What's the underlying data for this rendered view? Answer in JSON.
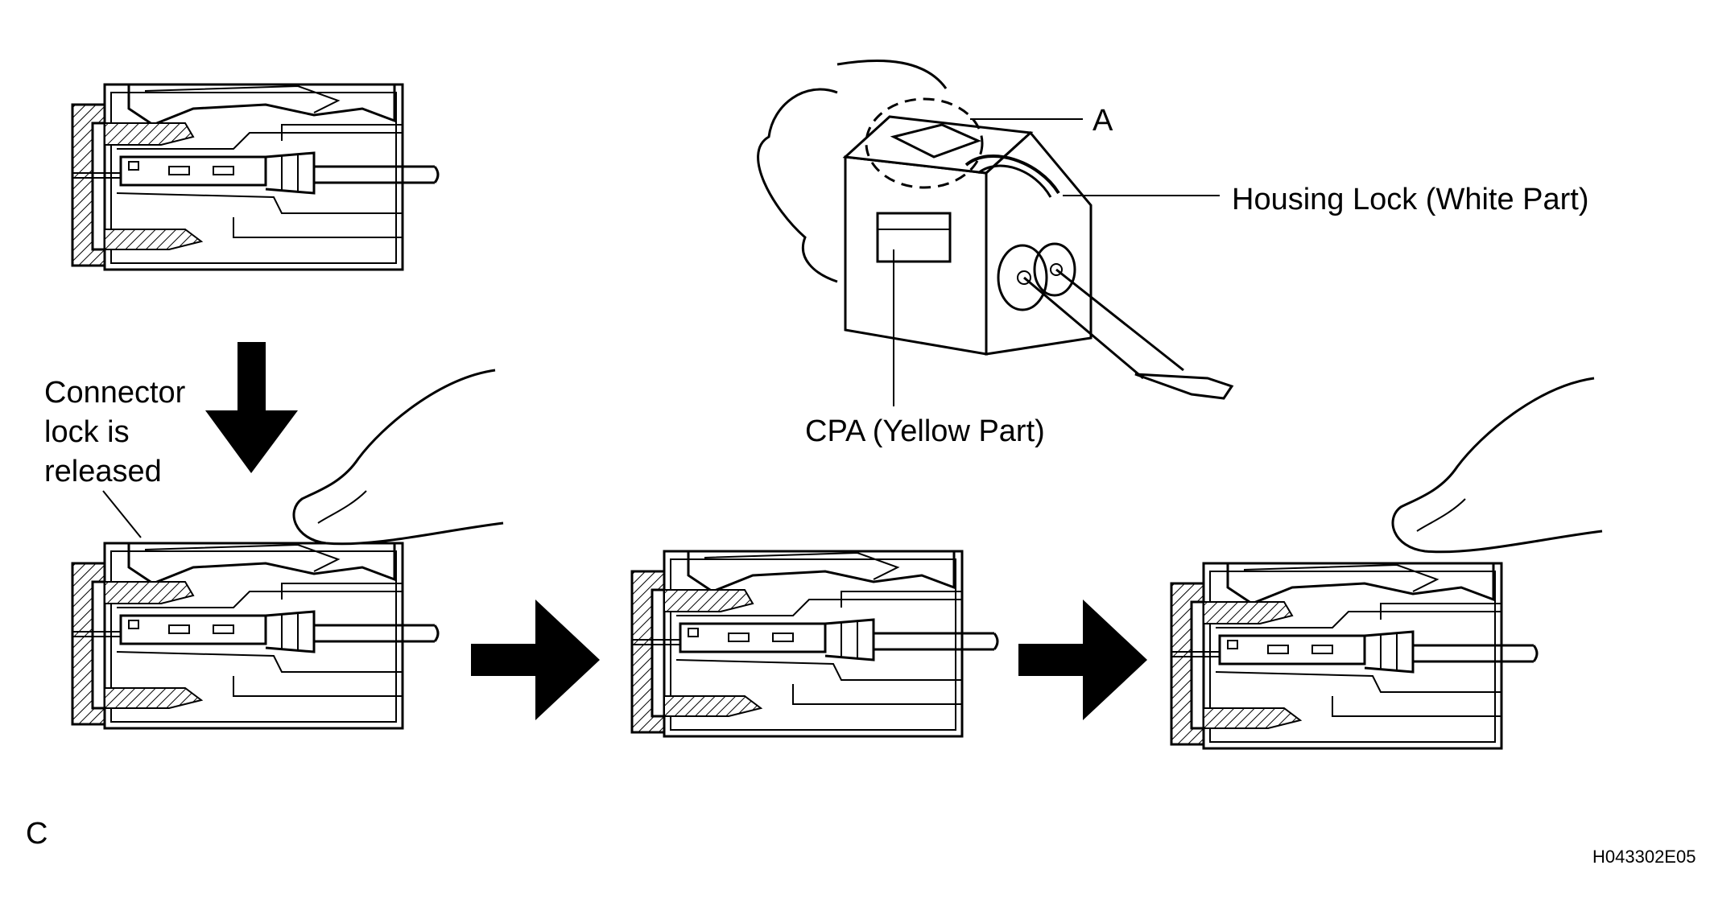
{
  "labels": {
    "a": "A",
    "housing_lock": "Housing Lock (White Part)",
    "cpa": "CPA (Yellow Part)",
    "connector_lock_line1": "Connector",
    "connector_lock_line2": "lock is",
    "connector_lock_line3": "released",
    "step_letter": "C",
    "figure_code": "H043302E05"
  },
  "colors": {
    "ink": "#000000",
    "paper": "#ffffff"
  }
}
